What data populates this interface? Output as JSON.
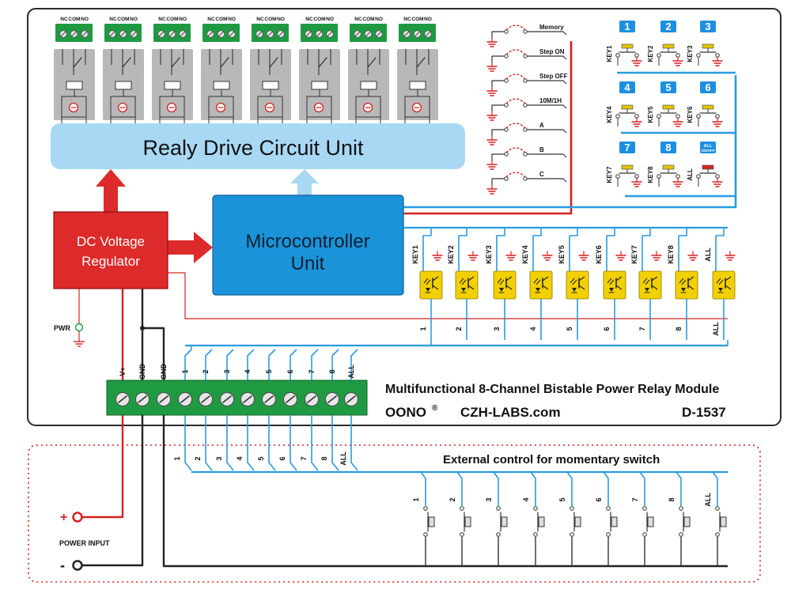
{
  "colors": {
    "frame": "#2b2b2b",
    "relay_bar": "#a8d8f4",
    "mcu": "#1b93d9",
    "regulator": "#dd2a2a",
    "terminal_green": "#1f9a43",
    "wire_blue": "#2a9be0",
    "wire_red": "#d62020",
    "opto_yellow": "#f2d000",
    "key_blue": "#1d8fe0",
    "ground_red": "#d62020"
  },
  "relay_channel_pin_labels": [
    "NC",
    "COM",
    "NO"
  ],
  "relay_drive_label": "Realy Drive Circuit Unit",
  "mcu_label_line1": "Microcontroller",
  "mcu_label_line2": "Unit",
  "regulator_line1": "DC Voltage",
  "regulator_line2": "Regulator",
  "pwr_label": "PWR",
  "mode_jumpers": [
    "Memory",
    "Step ON",
    "Step OFF",
    "10M/1H",
    "A",
    "B",
    "C"
  ],
  "onboard_keys": [
    {
      "number": "1",
      "label": "KEY1"
    },
    {
      "number": "2",
      "label": "KEY2"
    },
    {
      "number": "3",
      "label": "KEY3"
    },
    {
      "number": "4",
      "label": "KEY4"
    },
    {
      "number": "5",
      "label": "KEY5"
    },
    {
      "number": "6",
      "label": "KEY6"
    },
    {
      "number": "7",
      "label": "KEY7"
    },
    {
      "number": "8",
      "label": "KEY8"
    },
    {
      "number": "ALL ON/OFF",
      "label": "ALL"
    }
  ],
  "opto_labels": [
    "KEY1",
    "KEY2",
    "KEY3",
    "KEY4",
    "KEY5",
    "KEY6",
    "KEY7",
    "KEY8",
    "ALL"
  ],
  "opto_input_labels": [
    "1",
    "2",
    "3",
    "4",
    "5",
    "6",
    "7",
    "8",
    "ALL"
  ],
  "terminal_labels": [
    "V+",
    "GND",
    "GND",
    "1",
    "2",
    "3",
    "4",
    "5",
    "6",
    "7",
    "8",
    "ALL"
  ],
  "external_wire_labels": [
    "1",
    "2",
    "3",
    "4",
    "5",
    "6",
    "7",
    "8",
    "ALL"
  ],
  "module_title": "Multifunctional 8-Channel Bistable Power Relay Module",
  "brand": "OONO",
  "brand_mark": "®",
  "website": "CZH-LABS.com",
  "model": "D-1537",
  "external_title": "External control for momentary switch",
  "switch_labels": [
    "1",
    "2",
    "3",
    "4",
    "5",
    "6",
    "7",
    "8",
    "ALL"
  ],
  "power_plus": "+",
  "power_minus": "-",
  "power_input_label": "POWER INPUT"
}
